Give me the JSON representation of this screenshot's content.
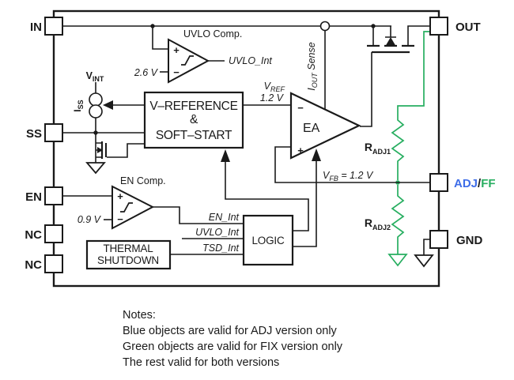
{
  "colors": {
    "blue": "#3E6DE8",
    "green": "#27AE60",
    "black": "#1A1A1A"
  },
  "pins": {
    "in": "IN",
    "ss": "SS",
    "en": "EN",
    "nc1": "NC",
    "nc2": "NC",
    "out": "OUT",
    "gnd": "GND",
    "adj": "ADJ",
    "adj_slash": "/",
    "ff": "FF"
  },
  "comparators": {
    "uvlo": {
      "title": "UVLO Comp.",
      "ref": "2.6 V",
      "plus": "+",
      "minus": "−",
      "out": "UVLO_Int"
    },
    "en": {
      "title": "EN Comp.",
      "ref": "0.9 V",
      "plus": "+",
      "minus": "−"
    }
  },
  "blocks": {
    "vref": {
      "line1": "V–REFERENCE",
      "line2": "&",
      "line3": "SOFT–START"
    },
    "logic": "LOGIC",
    "thermal": {
      "line1": "THERMAL",
      "line2": "SHUTDOWN"
    }
  },
  "ea": {
    "label": "EA",
    "plus": "+",
    "minus": "−"
  },
  "labels": {
    "vint": {
      "main": "V",
      "sub": "INT"
    },
    "iss": {
      "main": "I",
      "sub": "SS"
    },
    "vref": {
      "main": "V",
      "sub": "REF"
    },
    "vref_val": "1.2 V",
    "iout": {
      "main": "I",
      "sub": "OUT",
      "rest": " Sense"
    },
    "vfb": {
      "main": "V",
      "sub": "FB",
      "rest": " = 1.2 V"
    },
    "radj1": {
      "main": "R",
      "sub": "ADJ1"
    },
    "radj2": {
      "main": "R",
      "sub": "ADJ2"
    },
    "en_int": "EN_Int",
    "uvlo_int": "UVLO_Int",
    "tsd_int": "TSD_Int"
  },
  "notes": {
    "title": "Notes:",
    "blue": "Blue objects are valid for ADJ version only",
    "green": "Green objects are valid for FIX version only",
    "rest": "The rest valid for both versions"
  }
}
